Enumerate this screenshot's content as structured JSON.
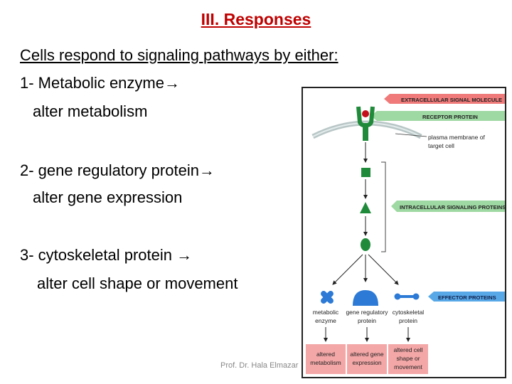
{
  "slide": {
    "title": "III. Responses",
    "intro": "Cells respond to signaling pathways by either:",
    "items": [
      {
        "line1": "1- Metabolic enzyme→",
        "line2": "alter metabolism"
      },
      {
        "line1": "2- gene regulatory protein→",
        "line2": "alter gene expression"
      },
      {
        "line1": "3- cytoskeletal protein →",
        "line2": "alter cell shape or movement"
      }
    ],
    "footer": "Prof. Dr. Hala Elmazar"
  },
  "figure": {
    "banners": {
      "extracellular": "EXTRACELLULAR SIGNAL MOLECULE",
      "receptor": "RECEPTOR PROTEIN",
      "intracellular": "INTRACELLULAR SIGNALING PROTEINS",
      "effector": "EFFECTOR PROTEINS"
    },
    "membrane_label": [
      "plasma membrane of",
      "target cell"
    ],
    "effectors": [
      [
        "metabolic",
        "enzyme"
      ],
      [
        "gene regulatory",
        "protein"
      ],
      [
        "cytoskeletal",
        "protein"
      ]
    ],
    "outcomes": [
      [
        "altered",
        "metabolism"
      ],
      [
        "altered gene",
        "expression"
      ],
      [
        "altered cell",
        "shape or",
        "movement"
      ]
    ],
    "colors": {
      "red_banner": "#f07a7a",
      "green_banner": "#9ed8a2",
      "blue_banner": "#58a8e8",
      "membrane": "#b9c6c6",
      "green_protein": "#1f8a3a",
      "signal": "#c4101a",
      "effector_blue": "#2c7ad6",
      "outcome_box": "#f4a7a7"
    }
  }
}
